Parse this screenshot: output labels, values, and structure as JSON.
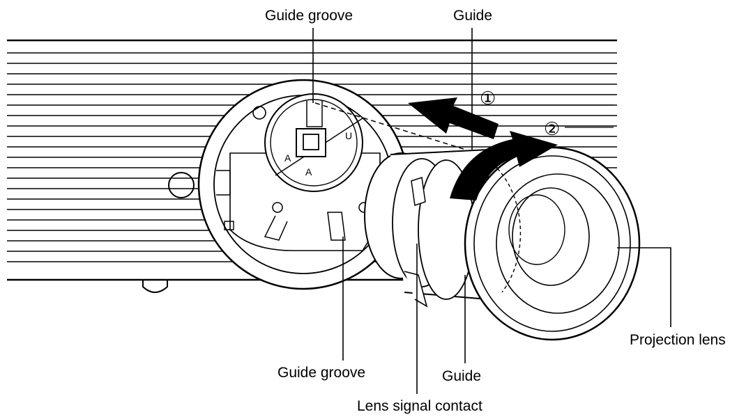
{
  "labels": {
    "guide_groove_top": "Guide groove",
    "guide_top": "Guide",
    "guide_groove_bottom": "Guide groove",
    "guide_bottom": "Guide",
    "lens_signal_contact": "Lens signal contact",
    "projection_lens": "Projection lens"
  },
  "steps": {
    "step1": "①",
    "step2": "②"
  }
}
